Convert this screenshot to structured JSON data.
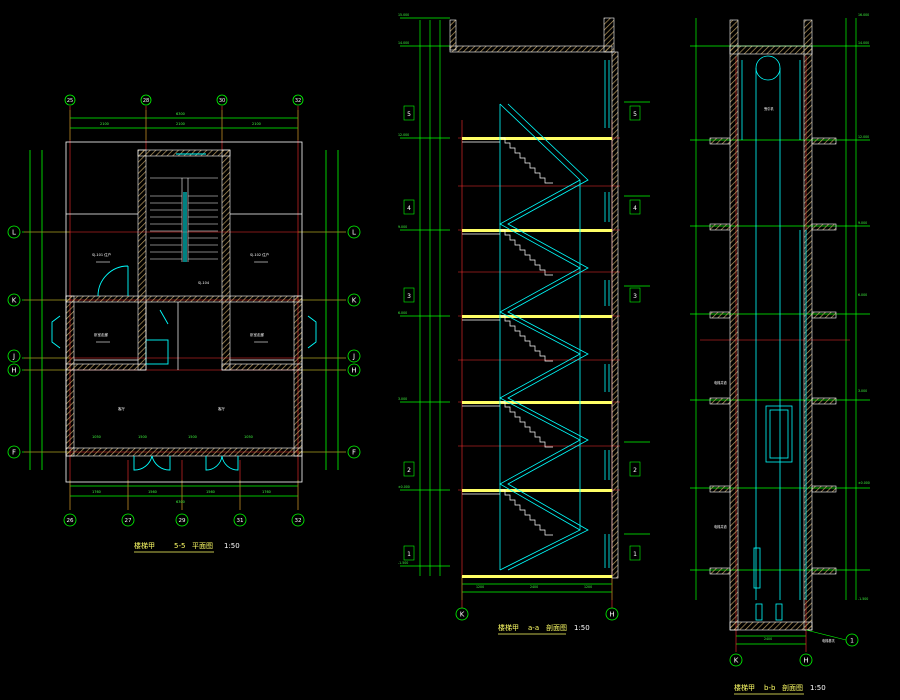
{
  "drawing": {
    "plan": {
      "title_prefix": "楼梯甲",
      "title_section": "5-5",
      "title_suffix": "平面图",
      "scale": "1:50",
      "top_axes": [
        "25",
        "28",
        "30",
        "32"
      ],
      "bottom_axes": [
        "26",
        "27",
        "29",
        "31",
        "32"
      ],
      "left_axes": [
        "L",
        "K",
        "J",
        "H",
        "F"
      ],
      "right_axes": [
        "L",
        "K",
        "J",
        "H",
        "F"
      ]
    },
    "section_a": {
      "title_prefix": "楼梯甲",
      "title_section": "a-a",
      "title_suffix": "剖面图",
      "scale": "1:50",
      "bottom_axes": [
        "K",
        "H"
      ],
      "floor_tags_left": [
        "5",
        "4",
        "3",
        "2",
        "1"
      ],
      "floor_tags_right": [
        "5",
        "4",
        "3",
        "2",
        "1"
      ]
    },
    "section_b": {
      "title_prefix": "楼梯甲",
      "title_section": "b-b",
      "title_suffix": "剖面图",
      "scale": "1:50",
      "bottom_axes": [
        "K",
        "H"
      ],
      "callout_number": "1"
    },
    "colors": {
      "background": "#000000",
      "structure": "#ffffff",
      "dimension": "#00ff00",
      "stair": "#00ffff",
      "axis": "#ff3030",
      "hatch": "#b89a60",
      "floor_slab": "#ffff66"
    }
  }
}
